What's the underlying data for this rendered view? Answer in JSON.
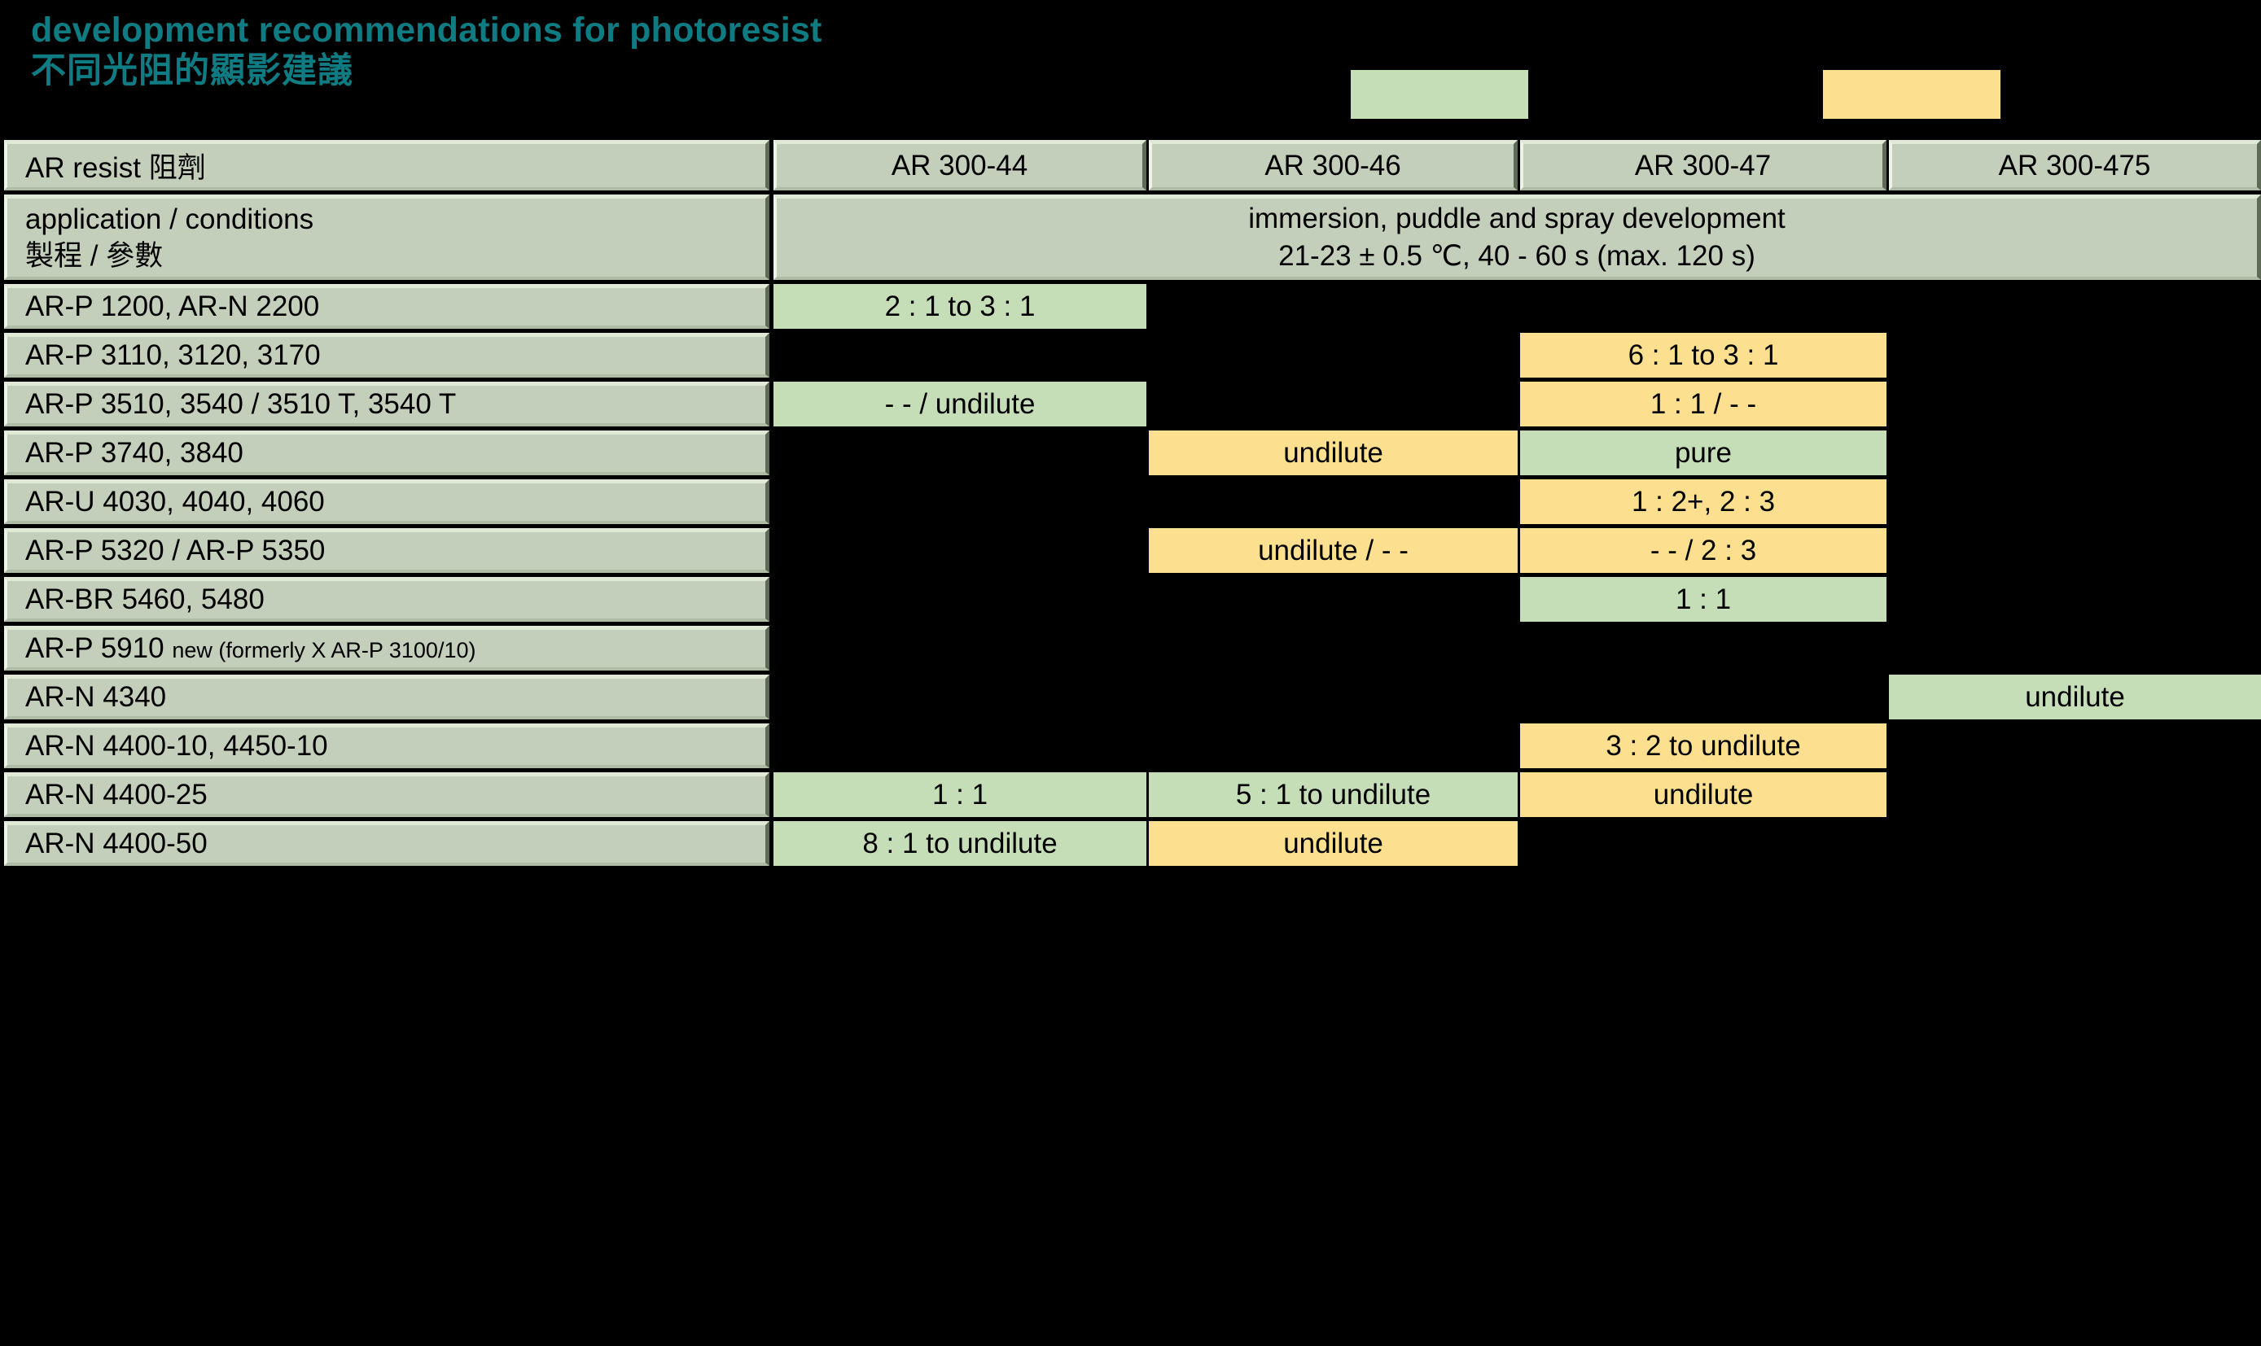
{
  "title": {
    "en": "development recommendations for photoresist",
    "zh": "不同光阻的顯影建議",
    "color": "#0E7C82"
  },
  "legend": {
    "green_color": "#C6DEB8",
    "yellow_color": "#FCDF8F",
    "green_label": "",
    "yellow_label": ""
  },
  "table": {
    "header": {
      "row_label": "AR resist 阻劑",
      "columns": [
        "AR 300-44",
        "AR 300-46",
        "AR 300-47",
        "AR 300-475"
      ]
    },
    "conditions": {
      "row_label_en": "application / conditions",
      "row_label_zh": "製程 / 參數",
      "line1": "immersion, puddle and spray development",
      "line2": "21-23 ± 0.5 ℃, 40 - 60 s (max. 120 s)"
    },
    "rows": [
      {
        "label": "AR-P 1200, AR-N 2200",
        "label_small": "",
        "cells": [
          {
            "text": "2 : 1 to 3 : 1",
            "fill": "green"
          },
          {
            "text": "",
            "fill": "empty"
          },
          {
            "text": "",
            "fill": "empty"
          },
          {
            "text": "",
            "fill": "empty"
          }
        ]
      },
      {
        "label": "AR-P 3110, 3120, 3170",
        "label_small": "",
        "cells": [
          {
            "text": "",
            "fill": "empty"
          },
          {
            "text": "",
            "fill": "empty"
          },
          {
            "text": "6 : 1 to 3 : 1",
            "fill": "yellow"
          },
          {
            "text": "",
            "fill": "empty"
          }
        ]
      },
      {
        "label": "AR-P 3510, 3540 / 3510 T, 3540 T",
        "label_small": "",
        "cells": [
          {
            "text": "- - / undilute",
            "fill": "green"
          },
          {
            "text": "",
            "fill": "empty"
          },
          {
            "text": "1 : 1 / - -",
            "fill": "yellow"
          },
          {
            "text": "",
            "fill": "empty"
          }
        ]
      },
      {
        "label": "AR-P 3740, 3840",
        "label_small": "",
        "cells": [
          {
            "text": "",
            "fill": "empty"
          },
          {
            "text": "undilute",
            "fill": "yellow"
          },
          {
            "text": "pure",
            "fill": "green"
          },
          {
            "text": "",
            "fill": "empty"
          }
        ]
      },
      {
        "label": "AR-U 4030, 4040, 4060",
        "label_small": "",
        "cells": [
          {
            "text": "",
            "fill": "empty"
          },
          {
            "text": "",
            "fill": "empty"
          },
          {
            "text": "1 : 2+, 2 : 3",
            "fill": "yellow"
          },
          {
            "text": "",
            "fill": "empty"
          }
        ]
      },
      {
        "label": "AR-P 5320 / AR-P 5350",
        "label_small": "",
        "cells": [
          {
            "text": "",
            "fill": "empty"
          },
          {
            "text": "undilute / - -",
            "fill": "yellow"
          },
          {
            "text": "- - / 2 : 3",
            "fill": "yellow"
          },
          {
            "text": "",
            "fill": "empty"
          }
        ]
      },
      {
        "label": "AR-BR 5460, 5480",
        "label_small": "",
        "cells": [
          {
            "text": "",
            "fill": "empty"
          },
          {
            "text": "",
            "fill": "empty"
          },
          {
            "text": "1 : 1",
            "fill": "green"
          },
          {
            "text": "",
            "fill": "empty"
          }
        ]
      },
      {
        "label": "AR-P 5910 ",
        "label_small": "new (formerly X AR-P 3100/10)",
        "cells": [
          {
            "text": "",
            "fill": "empty"
          },
          {
            "text": "",
            "fill": "empty"
          },
          {
            "text": "",
            "fill": "empty"
          },
          {
            "text": "",
            "fill": "empty"
          }
        ]
      },
      {
        "label": "AR-N 4340",
        "label_small": "",
        "cells": [
          {
            "text": "",
            "fill": "empty"
          },
          {
            "text": "",
            "fill": "empty"
          },
          {
            "text": "",
            "fill": "empty"
          },
          {
            "text": "undilute",
            "fill": "green"
          }
        ]
      },
      {
        "label": "AR-N 4400-10, 4450-10",
        "label_small": "",
        "cells": [
          {
            "text": "",
            "fill": "empty"
          },
          {
            "text": "",
            "fill": "empty"
          },
          {
            "text": "3 : 2 to undilute",
            "fill": "yellow"
          },
          {
            "text": "",
            "fill": "empty"
          }
        ]
      },
      {
        "label": "AR-N 4400-25",
        "label_small": "",
        "cells": [
          {
            "text": "1 : 1",
            "fill": "green"
          },
          {
            "text": "5 : 1 to undilute",
            "fill": "green"
          },
          {
            "text": "undilute",
            "fill": "yellow"
          },
          {
            "text": "",
            "fill": "empty"
          }
        ]
      },
      {
        "label": "AR-N 4400-50",
        "label_small": "",
        "cells": [
          {
            "text": "8 : 1 to undilute",
            "fill": "green"
          },
          {
            "text": "undilute",
            "fill": "yellow"
          },
          {
            "text": "",
            "fill": "empty"
          },
          {
            "text": "",
            "fill": "empty"
          }
        ]
      }
    ]
  }
}
